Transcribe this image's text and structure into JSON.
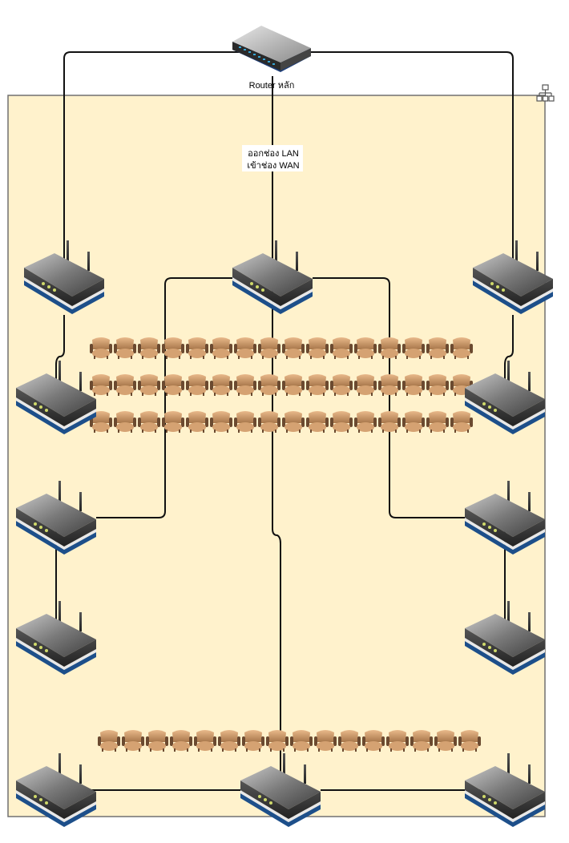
{
  "diagram": {
    "main_router_label": "Router หลัก",
    "connection_label_line1": "ออกช่อง LAN",
    "connection_label_line2": "เข้าช่อง WAN",
    "network_group_icon": "network-hierarchy-icon",
    "background_color": "#fff2cc",
    "border_color": "#707070",
    "access_points": [
      "ap-top-left",
      "ap-top-center",
      "ap-top-right",
      "ap-row2-left",
      "ap-row2-right",
      "ap-row3-left",
      "ap-row3-right",
      "ap-row4-left",
      "ap-row4-right",
      "ap-bottom-left",
      "ap-bottom-center",
      "ap-bottom-right"
    ],
    "seat_blocks": [
      {
        "name": "upper-seating",
        "rows": 3,
        "seats_per_row": 16
      },
      {
        "name": "lower-seating",
        "rows": 1,
        "seats_per_row": 16
      }
    ]
  }
}
